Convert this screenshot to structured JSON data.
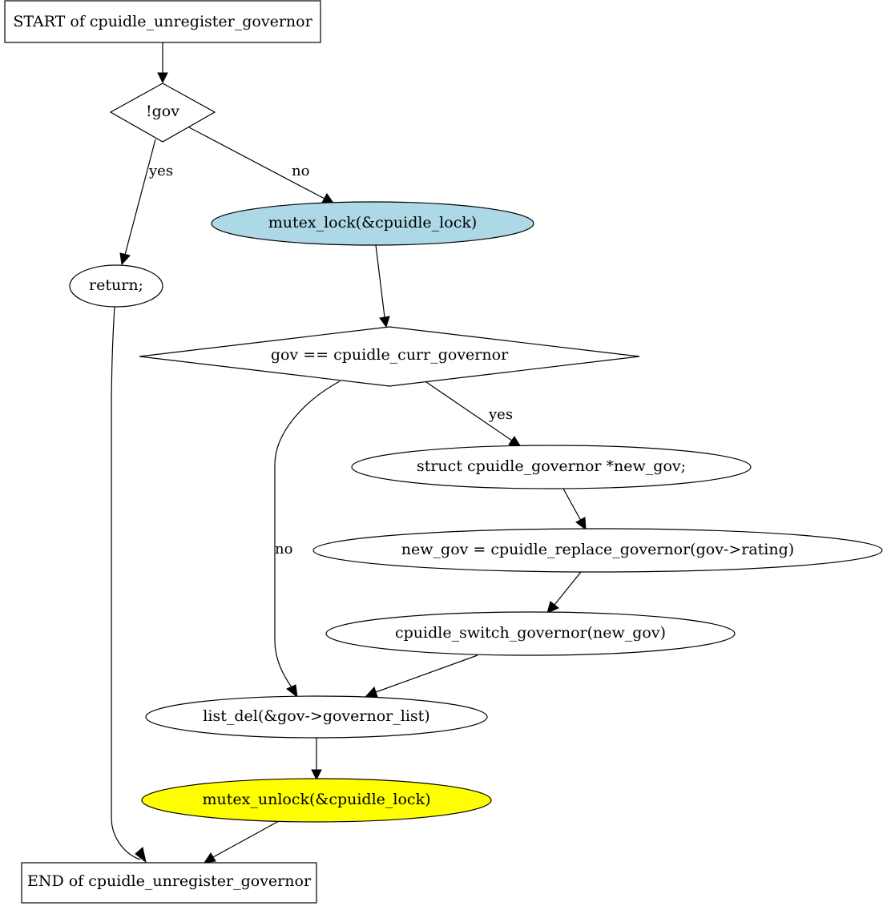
{
  "nodes": {
    "start": {
      "label": "START of cpuidle_unregister_governor",
      "shape": "box",
      "fill": "#ffffff"
    },
    "cond_gov": {
      "label": "!gov",
      "shape": "diamond",
      "fill": "#ffffff"
    },
    "mutex_lock": {
      "label": "mutex_lock(&cpuidle_lock)",
      "shape": "ellipse",
      "fill": "#add8e6"
    },
    "return_stmt": {
      "label": "return;",
      "shape": "ellipse",
      "fill": "#ffffff"
    },
    "cond_curr": {
      "label": "gov == cpuidle_curr_governor",
      "shape": "diamond",
      "fill": "#ffffff"
    },
    "decl_new_gov": {
      "label": "struct cpuidle_governor *new_gov;",
      "shape": "ellipse",
      "fill": "#ffffff"
    },
    "assign_new_gov": {
      "label": "new_gov = cpuidle_replace_governor(gov->rating)",
      "shape": "ellipse",
      "fill": "#ffffff"
    },
    "switch_gov": {
      "label": "cpuidle_switch_governor(new_gov)",
      "shape": "ellipse",
      "fill": "#ffffff"
    },
    "list_del": {
      "label": "list_del(&gov->governor_list)",
      "shape": "ellipse",
      "fill": "#ffffff"
    },
    "mutex_unlock": {
      "label": "mutex_unlock(&cpuidle_lock)",
      "shape": "ellipse",
      "fill": "#ffff00"
    },
    "end": {
      "label": "END of cpuidle_unregister_governor",
      "shape": "box",
      "fill": "#ffffff"
    }
  },
  "edges": [
    {
      "from": "start",
      "to": "cond_gov",
      "label": ""
    },
    {
      "from": "cond_gov",
      "to": "return_stmt",
      "label": "yes"
    },
    {
      "from": "cond_gov",
      "to": "mutex_lock",
      "label": "no"
    },
    {
      "from": "mutex_lock",
      "to": "cond_curr",
      "label": ""
    },
    {
      "from": "return_stmt",
      "to": "end",
      "label": ""
    },
    {
      "from": "cond_curr",
      "to": "decl_new_gov",
      "label": "yes"
    },
    {
      "from": "cond_curr",
      "to": "list_del",
      "label": "no"
    },
    {
      "from": "decl_new_gov",
      "to": "assign_new_gov",
      "label": ""
    },
    {
      "from": "assign_new_gov",
      "to": "switch_gov",
      "label": ""
    },
    {
      "from": "switch_gov",
      "to": "list_del",
      "label": ""
    },
    {
      "from": "list_del",
      "to": "mutex_unlock",
      "label": ""
    },
    {
      "from": "mutex_unlock",
      "to": "end",
      "label": ""
    }
  ]
}
